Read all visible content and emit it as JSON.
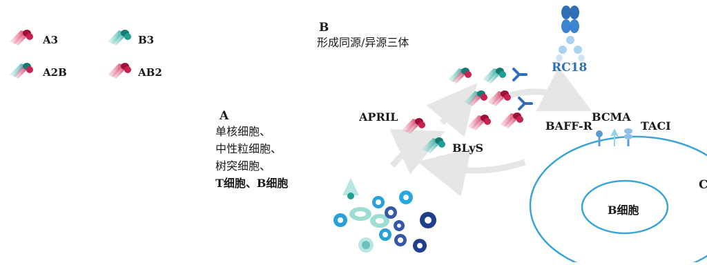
{
  "legend": [
    {
      "label": "A3",
      "color": "#c8224f"
    },
    {
      "label": "B3",
      "color": "#1f9f96"
    },
    {
      "label": "A2B",
      "color": "#c8224f"
    },
    {
      "label": "AB2",
      "color": "#c8224f"
    }
  ],
  "panel_a": {
    "letter": "A",
    "lines": [
      "单核细胞、",
      "中性粒细胞、",
      "树突细胞、",
      "T细胞、B细胞"
    ]
  },
  "panel_b": {
    "letter": "B",
    "caption": "形成同源/异源三体"
  },
  "panel_c": {
    "letter": "C"
  },
  "ligands": {
    "april": "APRIL",
    "blys": "BLyS"
  },
  "receptors": {
    "baffr": "BAFF-R",
    "bcma": "BCMA",
    "taci": "TACI"
  },
  "drug": {
    "name": "RC18"
  },
  "cell": {
    "name": "B细胞"
  },
  "colors": {
    "magenta": "#c8224f",
    "teal": "#1f9f96",
    "blue": "#2f6fb5",
    "cell_outline": "#3aa4d6",
    "arrow_gray": "#e6e6e6"
  }
}
